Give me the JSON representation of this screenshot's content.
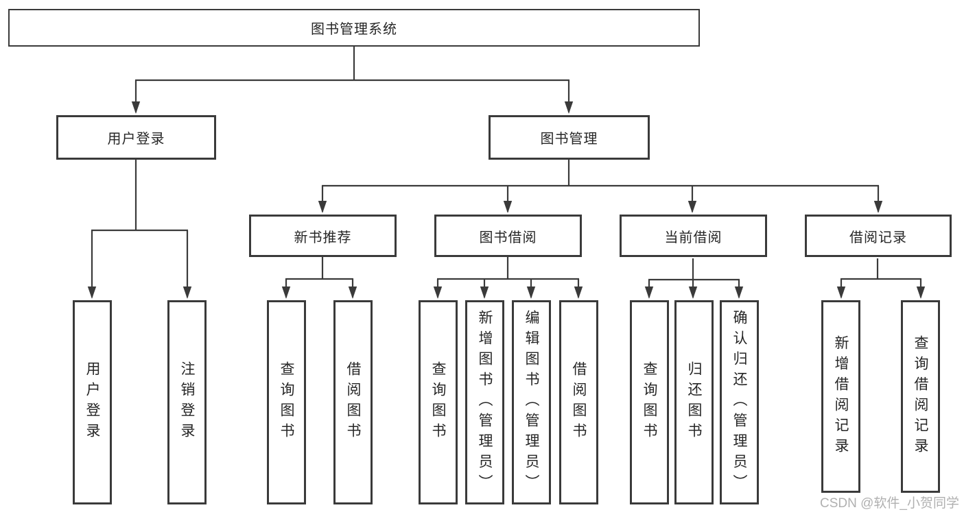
{
  "diagram": {
    "type": "hierarchy-tree",
    "orientation": "top-down",
    "colors": {
      "background": "#ffffff",
      "box_border": "#3a3a3a",
      "connector": "#3a3a3a",
      "text": "#262626",
      "watermark_text": "#a3a3a3"
    }
  },
  "tree": {
    "label": "图书管理系统",
    "children": [
      {
        "label": "用户登录",
        "children": [
          {
            "label": "用户登录"
          },
          {
            "label": "注销登录"
          }
        ]
      },
      {
        "label": "图书管理",
        "children": [
          {
            "label": "新书推荐",
            "children": [
              {
                "label": "查询图书"
              },
              {
                "label": "借阅图书"
              }
            ]
          },
          {
            "label": "图书借阅",
            "children": [
              {
                "label": "查询图书"
              },
              {
                "label": "新增图书（管理员）"
              },
              {
                "label": "编辑图书（管理员）"
              },
              {
                "label": "借阅图书"
              }
            ]
          },
          {
            "label": "当前借阅",
            "children": [
              {
                "label": "查询图书"
              },
              {
                "label": "归还图书"
              },
              {
                "label": "确认归还（管理员）"
              }
            ]
          },
          {
            "label": "借阅记录",
            "children": [
              {
                "label": "新增借阅记录"
              },
              {
                "label": "查询借阅记录"
              }
            ]
          }
        ]
      }
    ]
  },
  "watermark": {
    "text": "CSDN @软件_小贺同学"
  }
}
